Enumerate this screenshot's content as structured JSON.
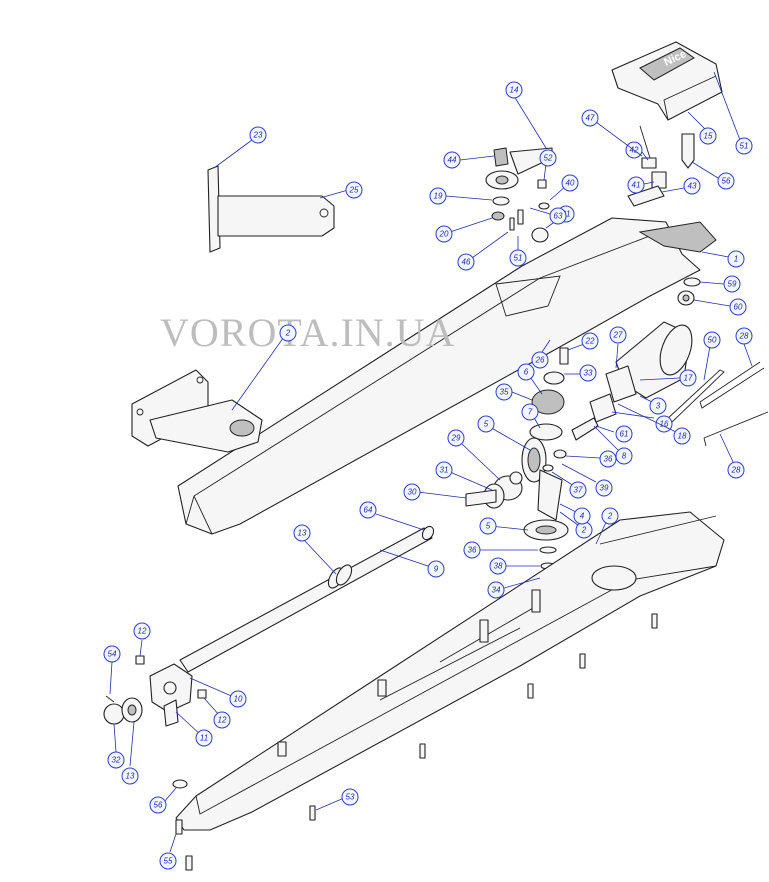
{
  "watermark": "VOROTA.IN.UA",
  "cover_logo": "Nice",
  "callouts": [
    "1",
    "2",
    "2",
    "2",
    "3",
    "4",
    "5",
    "5",
    "6",
    "7",
    "8",
    "9",
    "10",
    "11",
    "12",
    "12",
    "13",
    "13",
    "14",
    "15",
    "16",
    "17",
    "18",
    "19",
    "20",
    "21",
    "22",
    "23",
    "25",
    "26",
    "27",
    "28",
    "28",
    "29",
    "30",
    "31",
    "32",
    "33",
    "34",
    "35",
    "36",
    "36",
    "37",
    "38",
    "39",
    "40",
    "41",
    "42",
    "43",
    "44",
    "46",
    "47",
    "50",
    "51",
    "51",
    "52",
    "53",
    "54",
    "55",
    "56",
    "56",
    "59",
    "60",
    "61",
    "63",
    "64"
  ]
}
